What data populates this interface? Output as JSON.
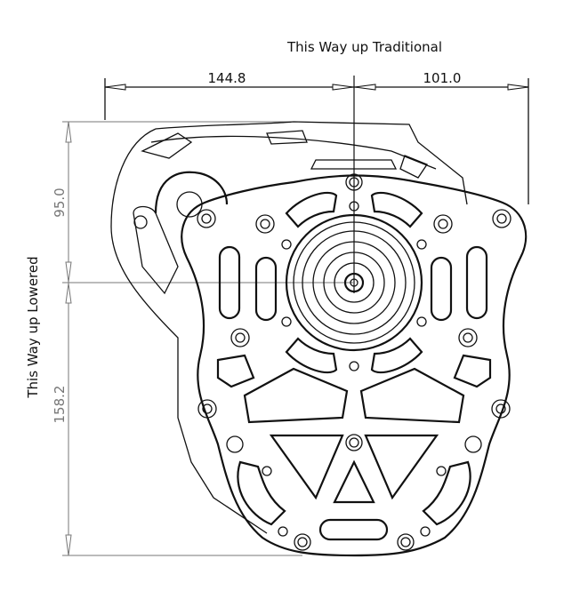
{
  "labels": {
    "top_title": "This Way up Traditional",
    "side_title": "This Way up Lowered"
  },
  "dimensions": {
    "left_width": "144.8",
    "right_width": "101.0",
    "upper_height": "95.0",
    "lower_height": "158.2"
  },
  "colors": {
    "line": "#111111",
    "dim_gray": "#777777"
  }
}
